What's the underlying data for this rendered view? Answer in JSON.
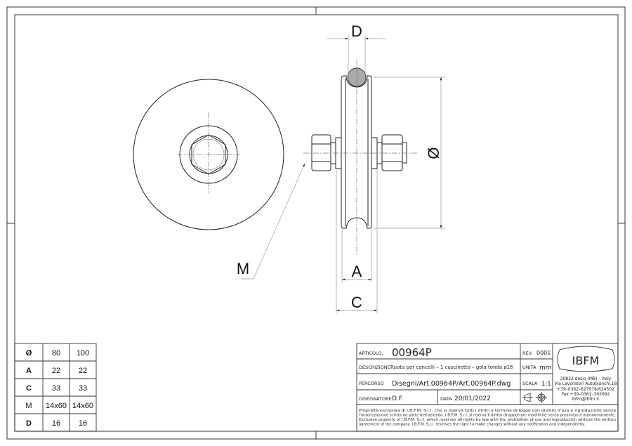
{
  "drawing": {
    "labels": {
      "D": "D",
      "diameter": "Ø",
      "A": "A",
      "C": "C",
      "M": "M"
    }
  },
  "dimension_table": {
    "rows": [
      {
        "key": "Ø",
        "v1": "80",
        "v2": "100"
      },
      {
        "key": "A",
        "v1": "22",
        "v2": "22"
      },
      {
        "key": "C",
        "v1": "33",
        "v2": "33"
      },
      {
        "key": "M",
        "v1": "14x60",
        "v2": "14x60"
      },
      {
        "key": "D",
        "v1": "16",
        "v2": "16"
      }
    ]
  },
  "title_block": {
    "articolo_label": "ARTICOLO.",
    "articolo": "00964P",
    "rev_label": "REV.",
    "rev": "0001",
    "descrizione_label": "DESCRIZIONE",
    "descrizione": "Ruota per cancelli – 1 cuscinetto – gola tonda ø16",
    "unita_label": "UNITÀ",
    "unita": "mm",
    "percorso_label": "PERCORSO",
    "percorso": "Disegni/Art.00964P/Art.00964P.dwg",
    "scala_label": "SCALA",
    "scala": "1:1",
    "disegnatore_label": "DISEGNATORE",
    "disegnatore": "D.F.",
    "data_label": "DATA",
    "data": "20/01/2022",
    "logo": "IBFM",
    "address": [
      "20832 desio (MB) – Italy",
      "Via Lavoratori Autobianchi,18",
      "+39–0362–627078/624502",
      "Fax +39–0362–302692",
      "ibfm@ibfm.it"
    ],
    "disclaimer": [
      "Proprietà esclusiva di I.B.F.M. S.r.l. che si riserva tutti i diritti a termine di legge con divieto d'uso e riproduzione senza",
      "l'autorizzazione scritta da parte dell'azienda. I.B.F.M. S.r.l. si riserva il diritto di apportare modifiche senza preavviso e autonomamente.",
      "Exclusive property of I.B.F.M. S.r.l. which reserves all rights by law with the prohibition of use and reproduction without the written",
      "agreement of the company. I.B.F.M. S.r.l. reserves the right to make changes without any notification and independently."
    ]
  }
}
